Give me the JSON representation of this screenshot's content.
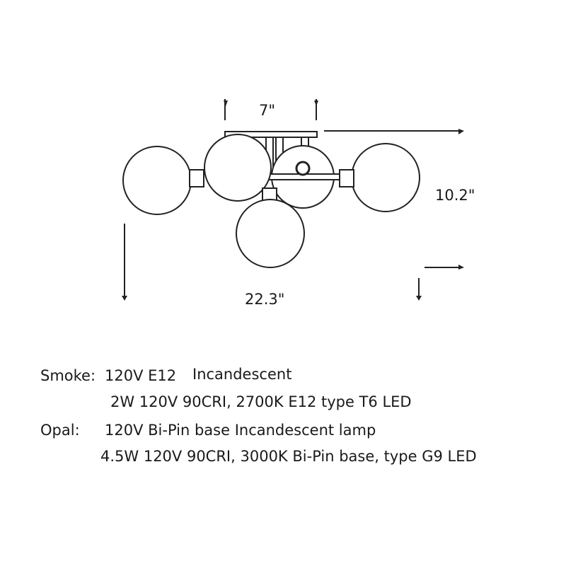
{
  "dimensions": {
    "canopy_width": "7\"",
    "height": "10.2\"",
    "overall_width": "22.3\""
  },
  "specs": {
    "smoke": {
      "label": "Smoke:",
      "line1": "120V E12",
      "line1b": "Incandescent",
      "line2": "2W 120V 90CRI, 2700K E12 type T6 LED"
    },
    "opal": {
      "label": "Opal:",
      "line1": "120V Bi-Pin base Incandescent lamp",
      "line2": "4.5W 120V 90CRI, 3000K Bi-Pin base, type G9 LED"
    }
  }
}
